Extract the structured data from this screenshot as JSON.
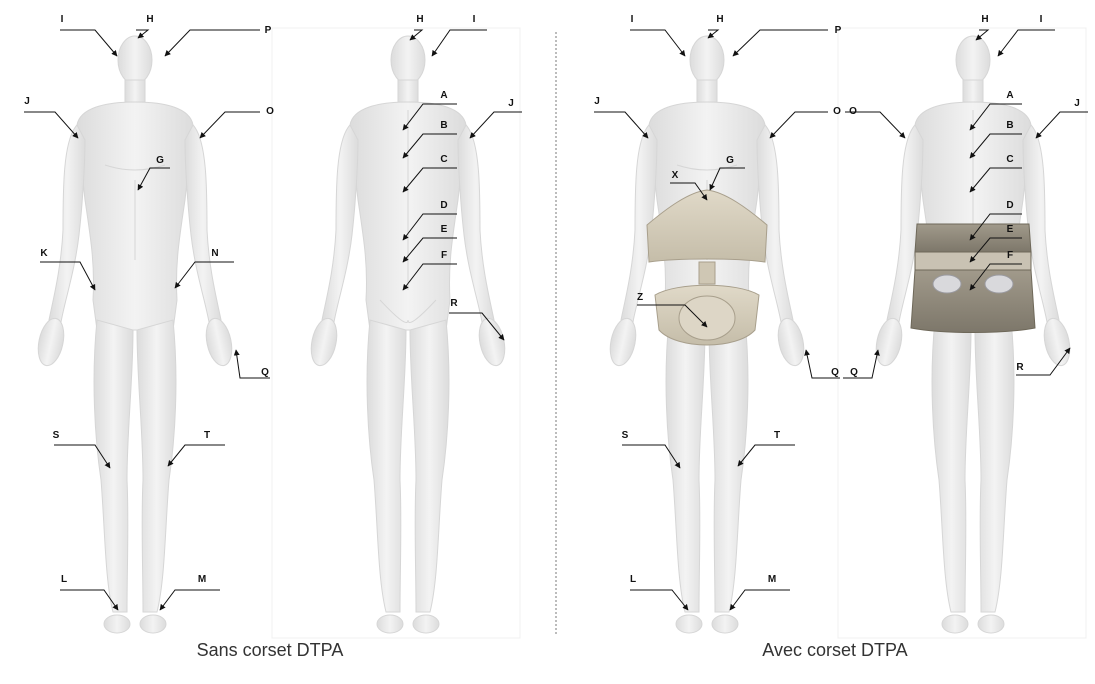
{
  "panels": [
    {
      "caption": "Sans corset DTPA"
    },
    {
      "caption": "Avec corset DTPA"
    }
  ],
  "figures": [
    {
      "view": "front",
      "brace": false
    },
    {
      "view": "back",
      "brace": false
    },
    {
      "view": "front",
      "brace": true
    },
    {
      "view": "back",
      "brace": true
    }
  ],
  "labels": {
    "A": "A",
    "B": "B",
    "C": "C",
    "D": "D",
    "E": "E",
    "F": "F",
    "G": "G",
    "H": "H",
    "I": "I",
    "J": "J",
    "K": "K",
    "L": "L",
    "M": "M",
    "N": "N",
    "O": "O",
    "P": "P",
    "Q": "Q",
    "R": "R",
    "S": "S",
    "T": "T",
    "X": "X",
    "Z": "Z"
  },
  "colors": {
    "body": "#ececec",
    "body_shadow": "#d6d6d6",
    "front_brace": "#d4ccbb",
    "back_brace": "#8f8878",
    "pad": "#d9d9dc",
    "divider": "#7a7a7a"
  }
}
